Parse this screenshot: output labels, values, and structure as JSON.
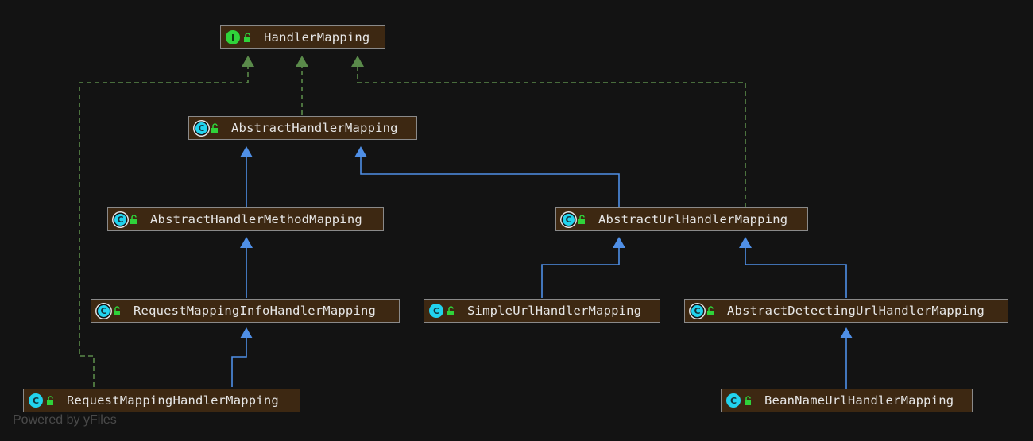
{
  "watermark": "Powered by yFiles",
  "colors": {
    "background": "#131313",
    "node_fill": "#3d2812",
    "node_border": "#8a8a8a",
    "extends_edge": "#4f8fe6",
    "implements_edge": "#5a8a4a",
    "interface_badge": "#2fd33a",
    "class_badge": "#22d3ee",
    "lock": "#2fd33a"
  },
  "nodes": {
    "handler_mapping": {
      "label": "HandlerMapping",
      "kind": "interface",
      "badge_letter": "I"
    },
    "abstract_handler_mapping": {
      "label": "AbstractHandlerMapping",
      "kind": "abstract",
      "badge_letter": "C"
    },
    "abstract_handler_method_mapping": {
      "label": "AbstractHandlerMethodMapping",
      "kind": "abstract",
      "badge_letter": "C"
    },
    "abstract_url_handler_mapping": {
      "label": "AbstractUrlHandlerMapping",
      "kind": "abstract",
      "badge_letter": "C"
    },
    "request_mapping_info_handler_mapping": {
      "label": "RequestMappingInfoHandlerMapping",
      "kind": "abstract",
      "badge_letter": "C"
    },
    "simple_url_handler_mapping": {
      "label": "SimpleUrlHandlerMapping",
      "kind": "class",
      "badge_letter": "C"
    },
    "abstract_detecting_url_handler_mapping": {
      "label": "AbstractDetectingUrlHandlerMapping",
      "kind": "abstract",
      "badge_letter": "C"
    },
    "request_mapping_handler_mapping": {
      "label": "RequestMappingHandlerMapping",
      "kind": "class",
      "badge_letter": "C"
    },
    "bean_name_url_handler_mapping": {
      "label": "BeanNameUrlHandlerMapping",
      "kind": "class",
      "badge_letter": "C"
    }
  },
  "edges": [
    {
      "from": "abstract_handler_mapping",
      "to": "handler_mapping",
      "type": "implements"
    },
    {
      "from": "request_mapping_handler_mapping",
      "to": "handler_mapping",
      "type": "implements"
    },
    {
      "from": "abstract_url_handler_mapping",
      "to": "handler_mapping",
      "type": "implements"
    },
    {
      "from": "abstract_handler_method_mapping",
      "to": "abstract_handler_mapping",
      "type": "extends"
    },
    {
      "from": "abstract_url_handler_mapping",
      "to": "abstract_handler_mapping",
      "type": "extends"
    },
    {
      "from": "request_mapping_info_handler_mapping",
      "to": "abstract_handler_method_mapping",
      "type": "extends"
    },
    {
      "from": "request_mapping_handler_mapping",
      "to": "request_mapping_info_handler_mapping",
      "type": "extends"
    },
    {
      "from": "simple_url_handler_mapping",
      "to": "abstract_url_handler_mapping",
      "type": "extends"
    },
    {
      "from": "abstract_detecting_url_handler_mapping",
      "to": "abstract_url_handler_mapping",
      "type": "extends"
    },
    {
      "from": "bean_name_url_handler_mapping",
      "to": "abstract_detecting_url_handler_mapping",
      "type": "extends"
    }
  ]
}
